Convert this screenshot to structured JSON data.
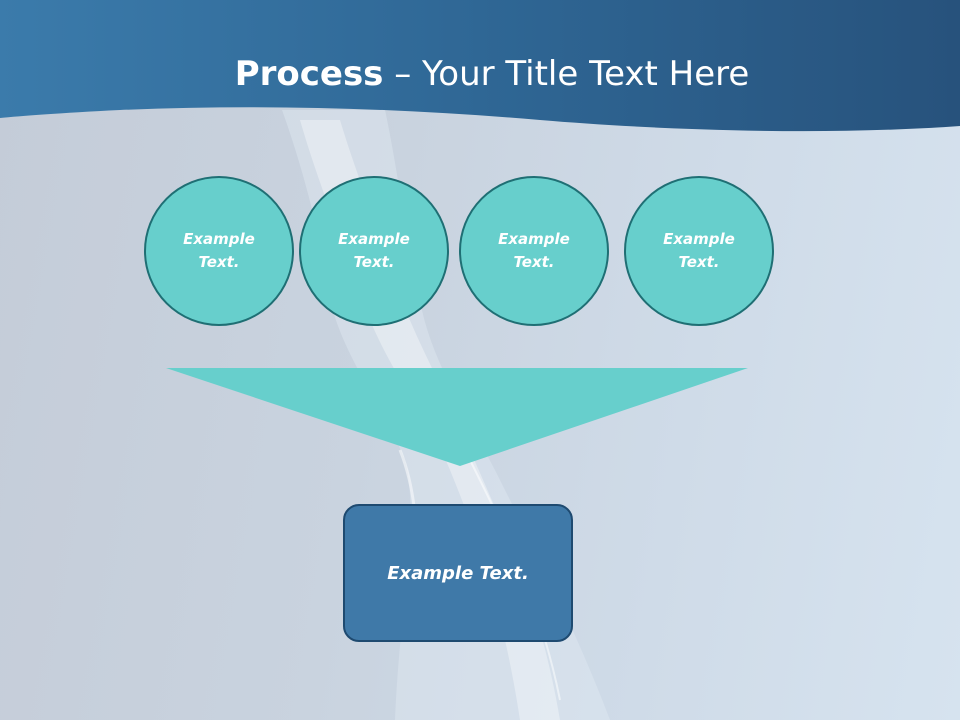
{
  "slide": {
    "title_bold": "Process",
    "title_rest": " – Your Title Text Here",
    "circles": [
      {
        "line1": "Example",
        "line2": "Text."
      },
      {
        "line1": "Example",
        "line2": "Text."
      },
      {
        "line1": "Example",
        "line2": "Text."
      },
      {
        "line1": "Example",
        "line2": "Text."
      }
    ],
    "result": "Example Text."
  },
  "colors": {
    "header": "#2f6290",
    "circle_fill": "#67cfcc",
    "circle_border": "#1f6f74",
    "funnel_fill": "#67cfcc",
    "box_fill": "#3f79a8",
    "box_border": "#1e4a70"
  }
}
